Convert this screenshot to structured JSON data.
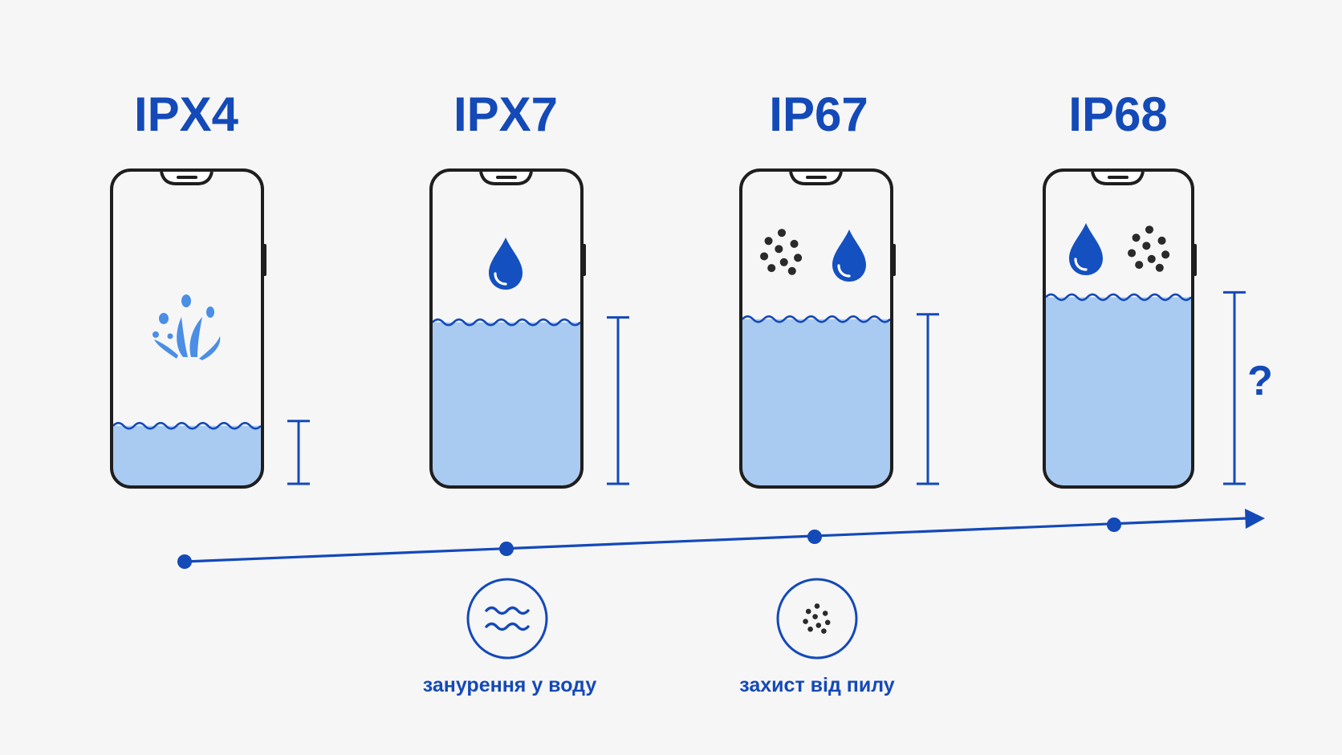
{
  "ratings": [
    {
      "label": "IPX4",
      "icons": [
        "splash-icon"
      ],
      "water_level": 0.19
    },
    {
      "label": "IPX7",
      "icons": [
        "water-drop-icon"
      ],
      "water_level": 0.52
    },
    {
      "label": "IP67",
      "icons": [
        "dust-icon",
        "water-drop-icon"
      ],
      "water_level": 0.53
    },
    {
      "label": "IP68",
      "icons": [
        "water-drop-icon",
        "dust-icon"
      ],
      "water_level": 0.6
    }
  ],
  "depth_unknown_mark": "?",
  "legend": [
    {
      "icon": "waves-icon",
      "label": "занурення у воду"
    },
    {
      "icon": "dust-icon",
      "label": "захист від пилу"
    }
  ],
  "colors": {
    "accent": "#1449b8",
    "water": "#a9cbf2",
    "splash": "#4a8ee6",
    "drop": "#1450c0",
    "outline": "#1e1e1e",
    "dust": "#2a2a2a"
  }
}
